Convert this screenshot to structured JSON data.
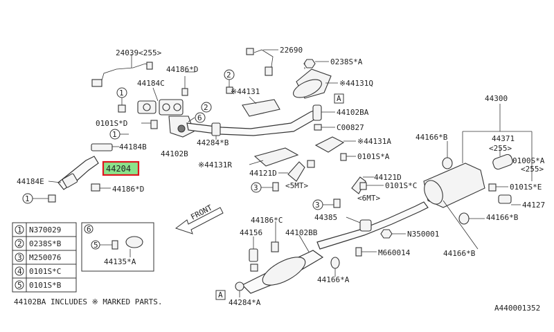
{
  "callouts": {
    "c24039": "24039<255>",
    "c22690": "22690",
    "c44186d_top": "44186*D",
    "c0238sa": "0238S*A",
    "c44184c": "44184C",
    "c44131": "※44131",
    "c44131q": "※44131Q",
    "c44300": "44300",
    "c44102ba": "44102BA",
    "c0101sd": "0101S*D",
    "c00827": "C00827",
    "c44184b": "44184B",
    "c44284b": "44284*B",
    "c44131a": "※44131A",
    "c44166b_top": "44166*B",
    "c44371": "44371",
    "c44371sub": "<255>",
    "c0100sa": "0100S*A",
    "c0100sasub": "<255>",
    "c44102b": "44102B",
    "c0101sa": "0101S*A",
    "c44204": "44204",
    "c44131r": "※44131R",
    "c44121d_left": "44121D",
    "c44121d_right": "44121D",
    "c44184e": "44184E",
    "c44186d_bot": "44186*D",
    "c5mt": "<5MT>",
    "c0101sc": "0101S*C",
    "c6mt": "<6MT>",
    "c0101se": "0101S*E",
    "c44127": "44127",
    "cFront": "FRONT",
    "c44385": "44385",
    "c44186c": "44186*C",
    "c44102bb": "44102BB",
    "cN350001": "N350001",
    "c44166b_r": "44166*B",
    "c44156": "44156",
    "cM660014": "M660014",
    "c44166b_bot": "44166*B",
    "c44135a": "44135*A",
    "c44166a": "44166*A",
    "c44284a": "44284*A",
    "boxA": "A"
  },
  "circle_numbers": [
    "1",
    "2",
    "3",
    "4",
    "5",
    "6"
  ],
  "legend": {
    "rows": [
      {
        "num": "1",
        "code": "N370029"
      },
      {
        "num": "2",
        "code": "0238S*B"
      },
      {
        "num": "3",
        "code": "M250076"
      },
      {
        "num": "4",
        "code": "0101S*C"
      },
      {
        "num": "5",
        "code": "0101S*B"
      }
    ],
    "box6_label": "6",
    "box6_item5": "5"
  },
  "footnote": "44102BA INCLUDES ※ MARKED PARTS.",
  "diagram_id": "A440001352",
  "highlight": {
    "part": "44204",
    "color": "#8be28b",
    "border": "#e0141e"
  }
}
